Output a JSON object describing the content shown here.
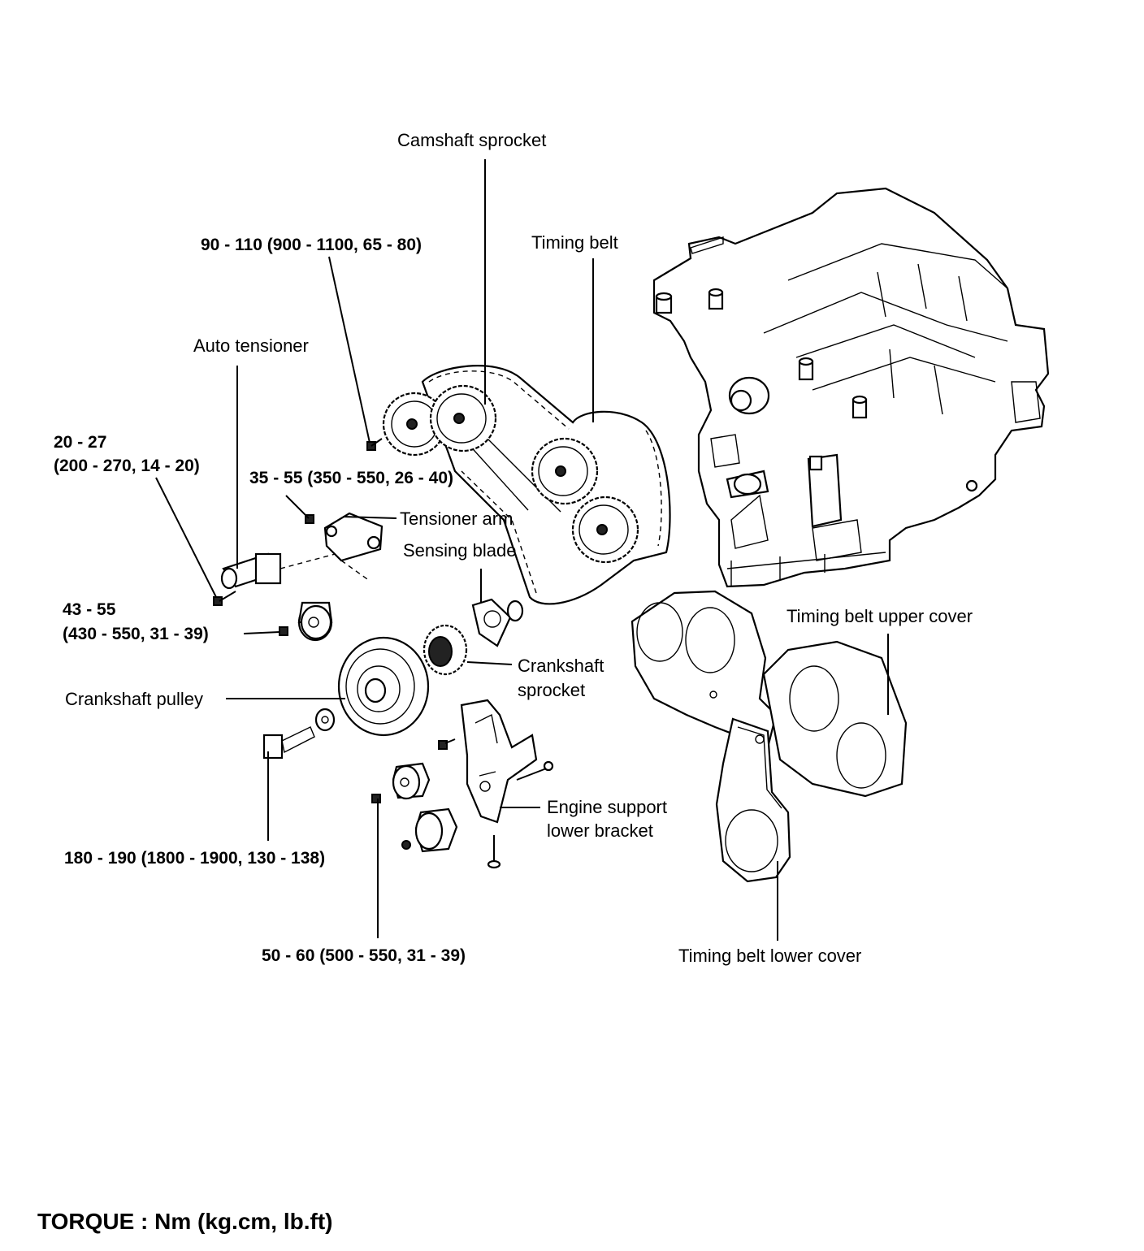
{
  "labels": {
    "camshaft_sprocket": "Camshaft sprocket",
    "timing_belt": "Timing belt",
    "auto_tensioner": "Auto tensioner",
    "tensioner_arm": "Tensioner arm",
    "sensing_blade": "Sensing blade",
    "crankshaft_sprocket_line1": "Crankshaft",
    "crankshaft_sprocket_line2": "sprocket",
    "crankshaft_pulley": "Crankshaft pulley",
    "engine_support_line1": "Engine support",
    "engine_support_line2": "lower bracket",
    "upper_cover": "Timing belt upper cover",
    "lower_cover": "Timing belt lower cover"
  },
  "torques": {
    "cam_bolt": "90 - 110 (900 - 1100, 65 - 80)",
    "tensioner_bolt_line1": "20 - 27",
    "tensioner_bolt_line2": "(200 - 270, 14 - 20)",
    "arm_bolt": "35 - 55 (350 - 550, 26 - 40)",
    "idler_bolt_line1": "43 - 55",
    "idler_bolt_line2": "(430 - 550, 31 - 39)",
    "crank_bolt": "180 - 190 (1800 - 1900, 130 - 138)",
    "bracket_bolt": "50 - 60 (500 - 550, 31 - 39)"
  },
  "legend": "TORQUE : Nm (kg.cm, lb.ft)"
}
